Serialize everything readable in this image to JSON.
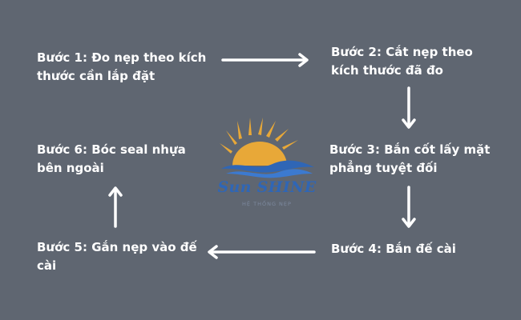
{
  "steps": {
    "step1": "Bước 1: Đo nẹp theo kích thước cần lắp đặt",
    "step2": "Bước 2: Cắt nẹp theo kích thước đã đo",
    "step3": "Bước 3: Bắn cốt lấy mặt phẳng tuyệt đối",
    "step4": "Bước 4: Bắn đế cài",
    "step5": "Bước 5: Gắn nẹp vào đế cài",
    "step6": "Bước 6: Bóc seal nhựa bên ngoài"
  },
  "logo": {
    "name": "Sun SHINE",
    "tagline": "HỆ THỐNG NẸP"
  },
  "colors": {
    "background": "#5f6671",
    "text": "#ffffff",
    "arrow": "#ffffff",
    "sun": "#e8a838",
    "wave": "#2f66b6"
  }
}
